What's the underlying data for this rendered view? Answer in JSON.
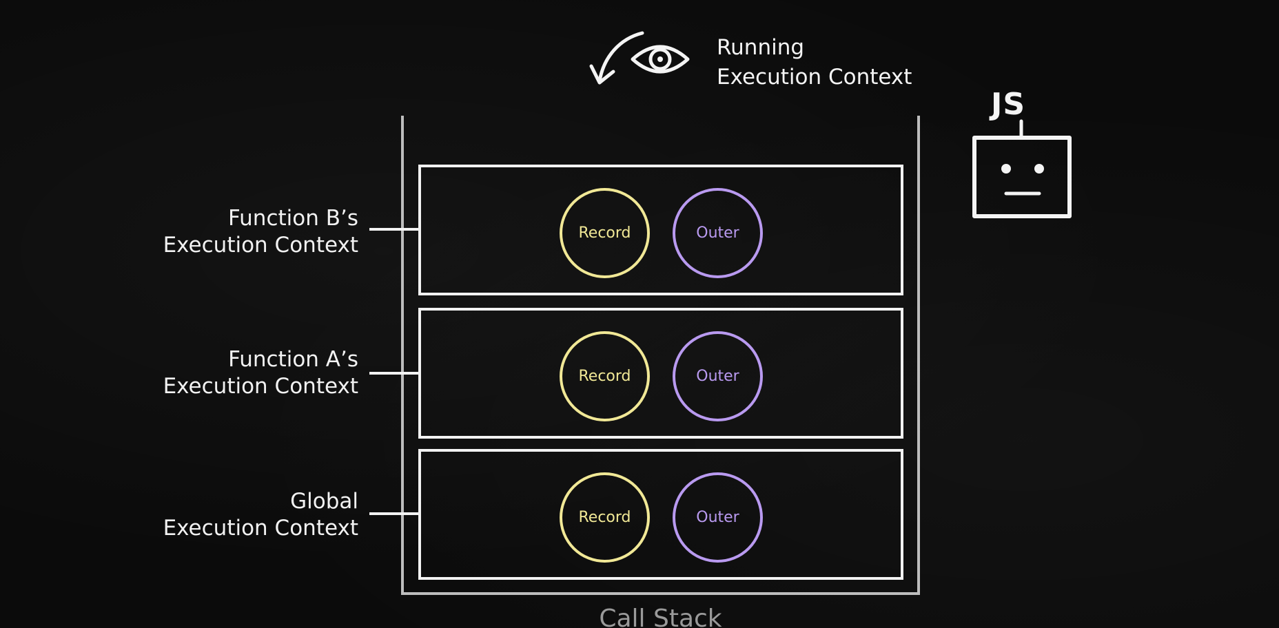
{
  "running_label": [
    "Running",
    "Execution Context"
  ],
  "stack": {
    "title": "Call Stack",
    "frames": [
      {
        "label": [
          "Function B’s",
          "Execution Context"
        ],
        "record": "Record",
        "outer": "Outer"
      },
      {
        "label": [
          "Function A’s",
          "Execution Context"
        ],
        "record": "Record",
        "outer": "Outer"
      },
      {
        "label": [
          "Global",
          "Execution Context"
        ],
        "record": "Record",
        "outer": "Outer"
      }
    ]
  },
  "robot": {
    "label": "JS"
  },
  "colors": {
    "background": "#0b0b0b",
    "frame_border": "#f2f2f2",
    "stack_wall": "#bdbdbd",
    "record": "#f1e896",
    "outer": "#b99af0"
  },
  "icons": [
    "curved-arrow-icon",
    "eye-icon",
    "robot-icon"
  ]
}
